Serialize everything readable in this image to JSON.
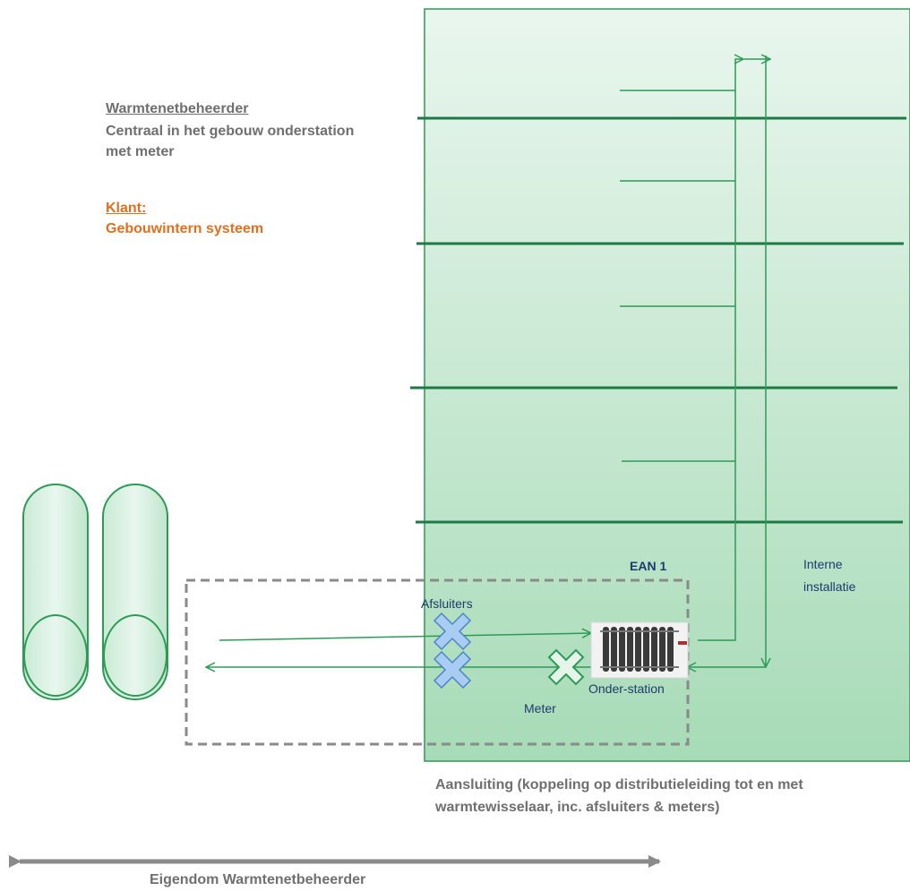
{
  "legend": {
    "beheerder_title": "Warmtenetbeheerder",
    "beheerder_line1": "Centraal in het gebouw onderstation",
    "beheerder_line2": "met meter",
    "klant_title": "Klant:",
    "klant_line": "Gebouwintern systeem"
  },
  "labels": {
    "ean": "EAN 1",
    "afsluiters": "Afsluiters",
    "meter": "Meter",
    "onderstation": "Onder-station",
    "interne_line1": "Interne",
    "interne_line2": "installatie"
  },
  "captions": {
    "aansluiting_line1": "Aansluiting (koppeling op distributieleiding tot en met",
    "aansluiting_line2": "warmtewisselaar, inc. afsluiters & meters)",
    "eigendom": "Eigendom Warmtenetbeheerder"
  },
  "colors": {
    "pipe": "#2e9a55",
    "floor": "#1d7a45",
    "valve": "#a9cdf2",
    "dash": "#8a8a8a",
    "building_top": "#e8f5ec",
    "building_bottom": "#a8dbb8"
  }
}
